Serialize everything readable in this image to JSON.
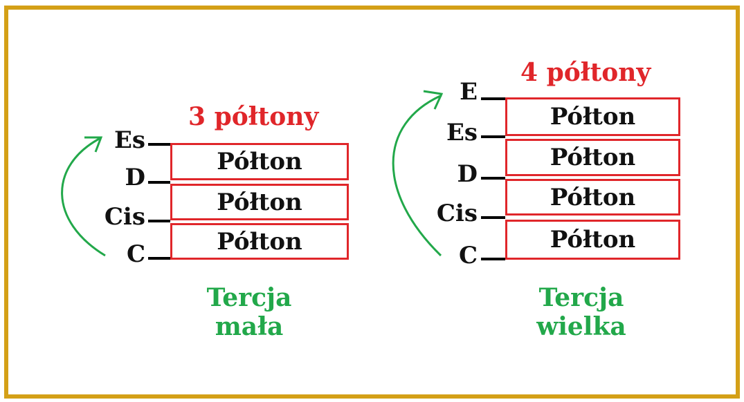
{
  "minor_third": {
    "heading": "3 półtony",
    "notes": [
      "Es",
      "D",
      "Cis",
      "C"
    ],
    "boxes": [
      "Półton",
      "Półton",
      "Półton"
    ],
    "caption_line1": "Tercja",
    "caption_line2": "mała"
  },
  "major_third": {
    "heading": "4 półtony",
    "notes": [
      "E",
      "Es",
      "D",
      "Cis",
      "C"
    ],
    "boxes": [
      "Półton",
      "Półton",
      "Półton",
      "Półton"
    ],
    "caption_line1": "Tercja",
    "caption_line2": "wielka"
  },
  "colors": {
    "frame": "#d4a017",
    "box_border": "#e0262a",
    "heading": "#e0262a",
    "caption": "#22a84a",
    "arrow": "#22a84a"
  }
}
